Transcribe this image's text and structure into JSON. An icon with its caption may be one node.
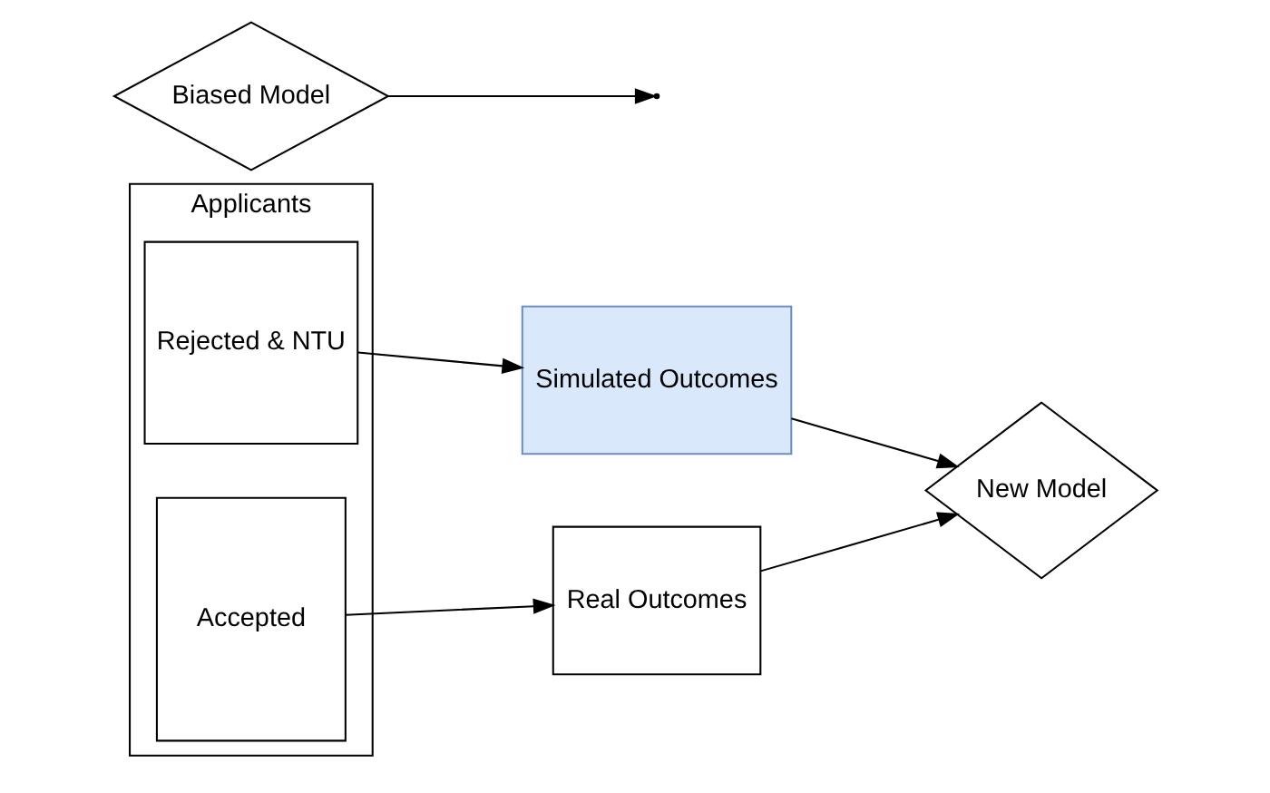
{
  "diagram": {
    "nodes": [
      {
        "text": [
          "Applicants"
        ]
      },
      {
        "text": [
          "Rejected & NTU"
        ],
        "in": 0
      },
      {
        "text": [
          "Accepted"
        ],
        "in": 0
      },
      {
        "text": [
          "Biased Model"
        ]
      },
      {
        "text": [
          "Simulated Outcomes"
        ]
      },
      {
        "text": [
          "Real Outcomes"
        ]
      },
      {
        "text": [
          "New Model"
        ]
      }
    ],
    "edges": [
      {
        "from": 1,
        "to": 4,
        "arrow": "to"
      },
      {
        "from": 2,
        "to": 5,
        "arrow": "to"
      },
      {
        "from": 3,
        "to": null,
        "arrow": "to"
      },
      {
        "from": 4,
        "to": 6,
        "arrow": "to"
      },
      {
        "from": 5,
        "to": 6,
        "arrow": "to"
      }
    ]
  }
}
